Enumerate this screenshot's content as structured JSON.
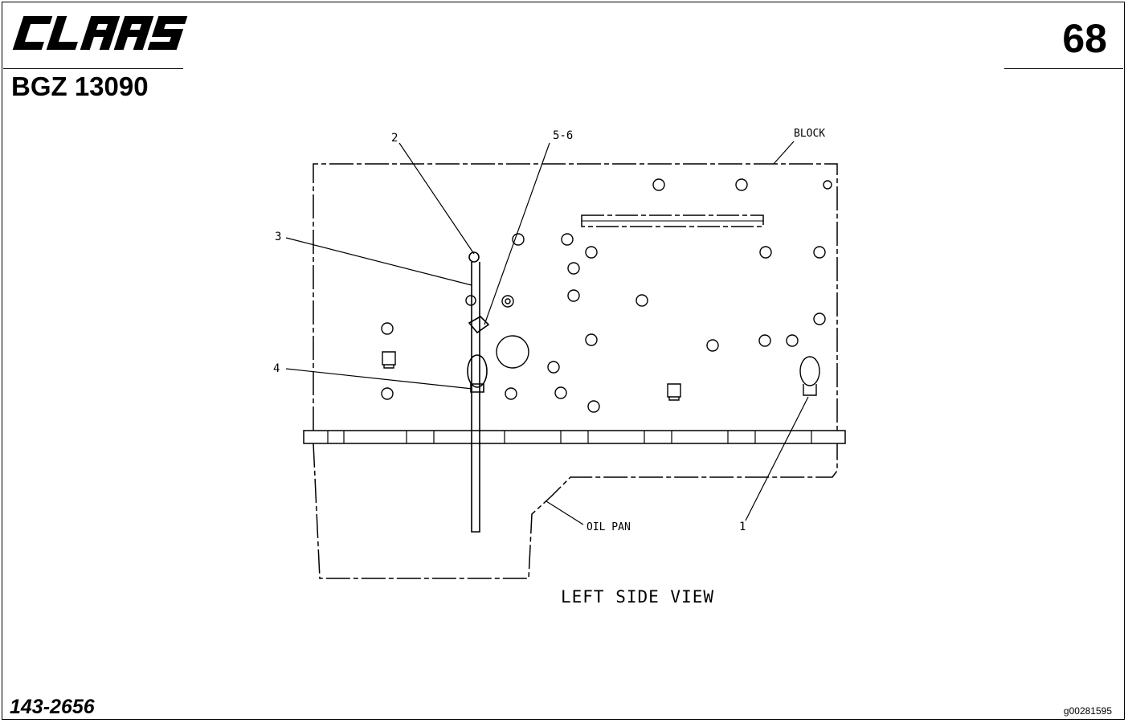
{
  "brand": {
    "logo_text": "CLAAS",
    "color": "#000000"
  },
  "header": {
    "doc_code": "BGZ 13090",
    "page_number": "68"
  },
  "footer": {
    "reference_number": "143-2656",
    "image_id": "g00281595"
  },
  "drawing": {
    "view_title": "LEFT SIDE VIEW",
    "labels": {
      "block": "BLOCK",
      "oil_pan": "OIL PAN"
    },
    "callouts": {
      "c1": "1",
      "c2": "2",
      "c3": "3",
      "c4": "4",
      "c5_6": "5-6"
    }
  }
}
